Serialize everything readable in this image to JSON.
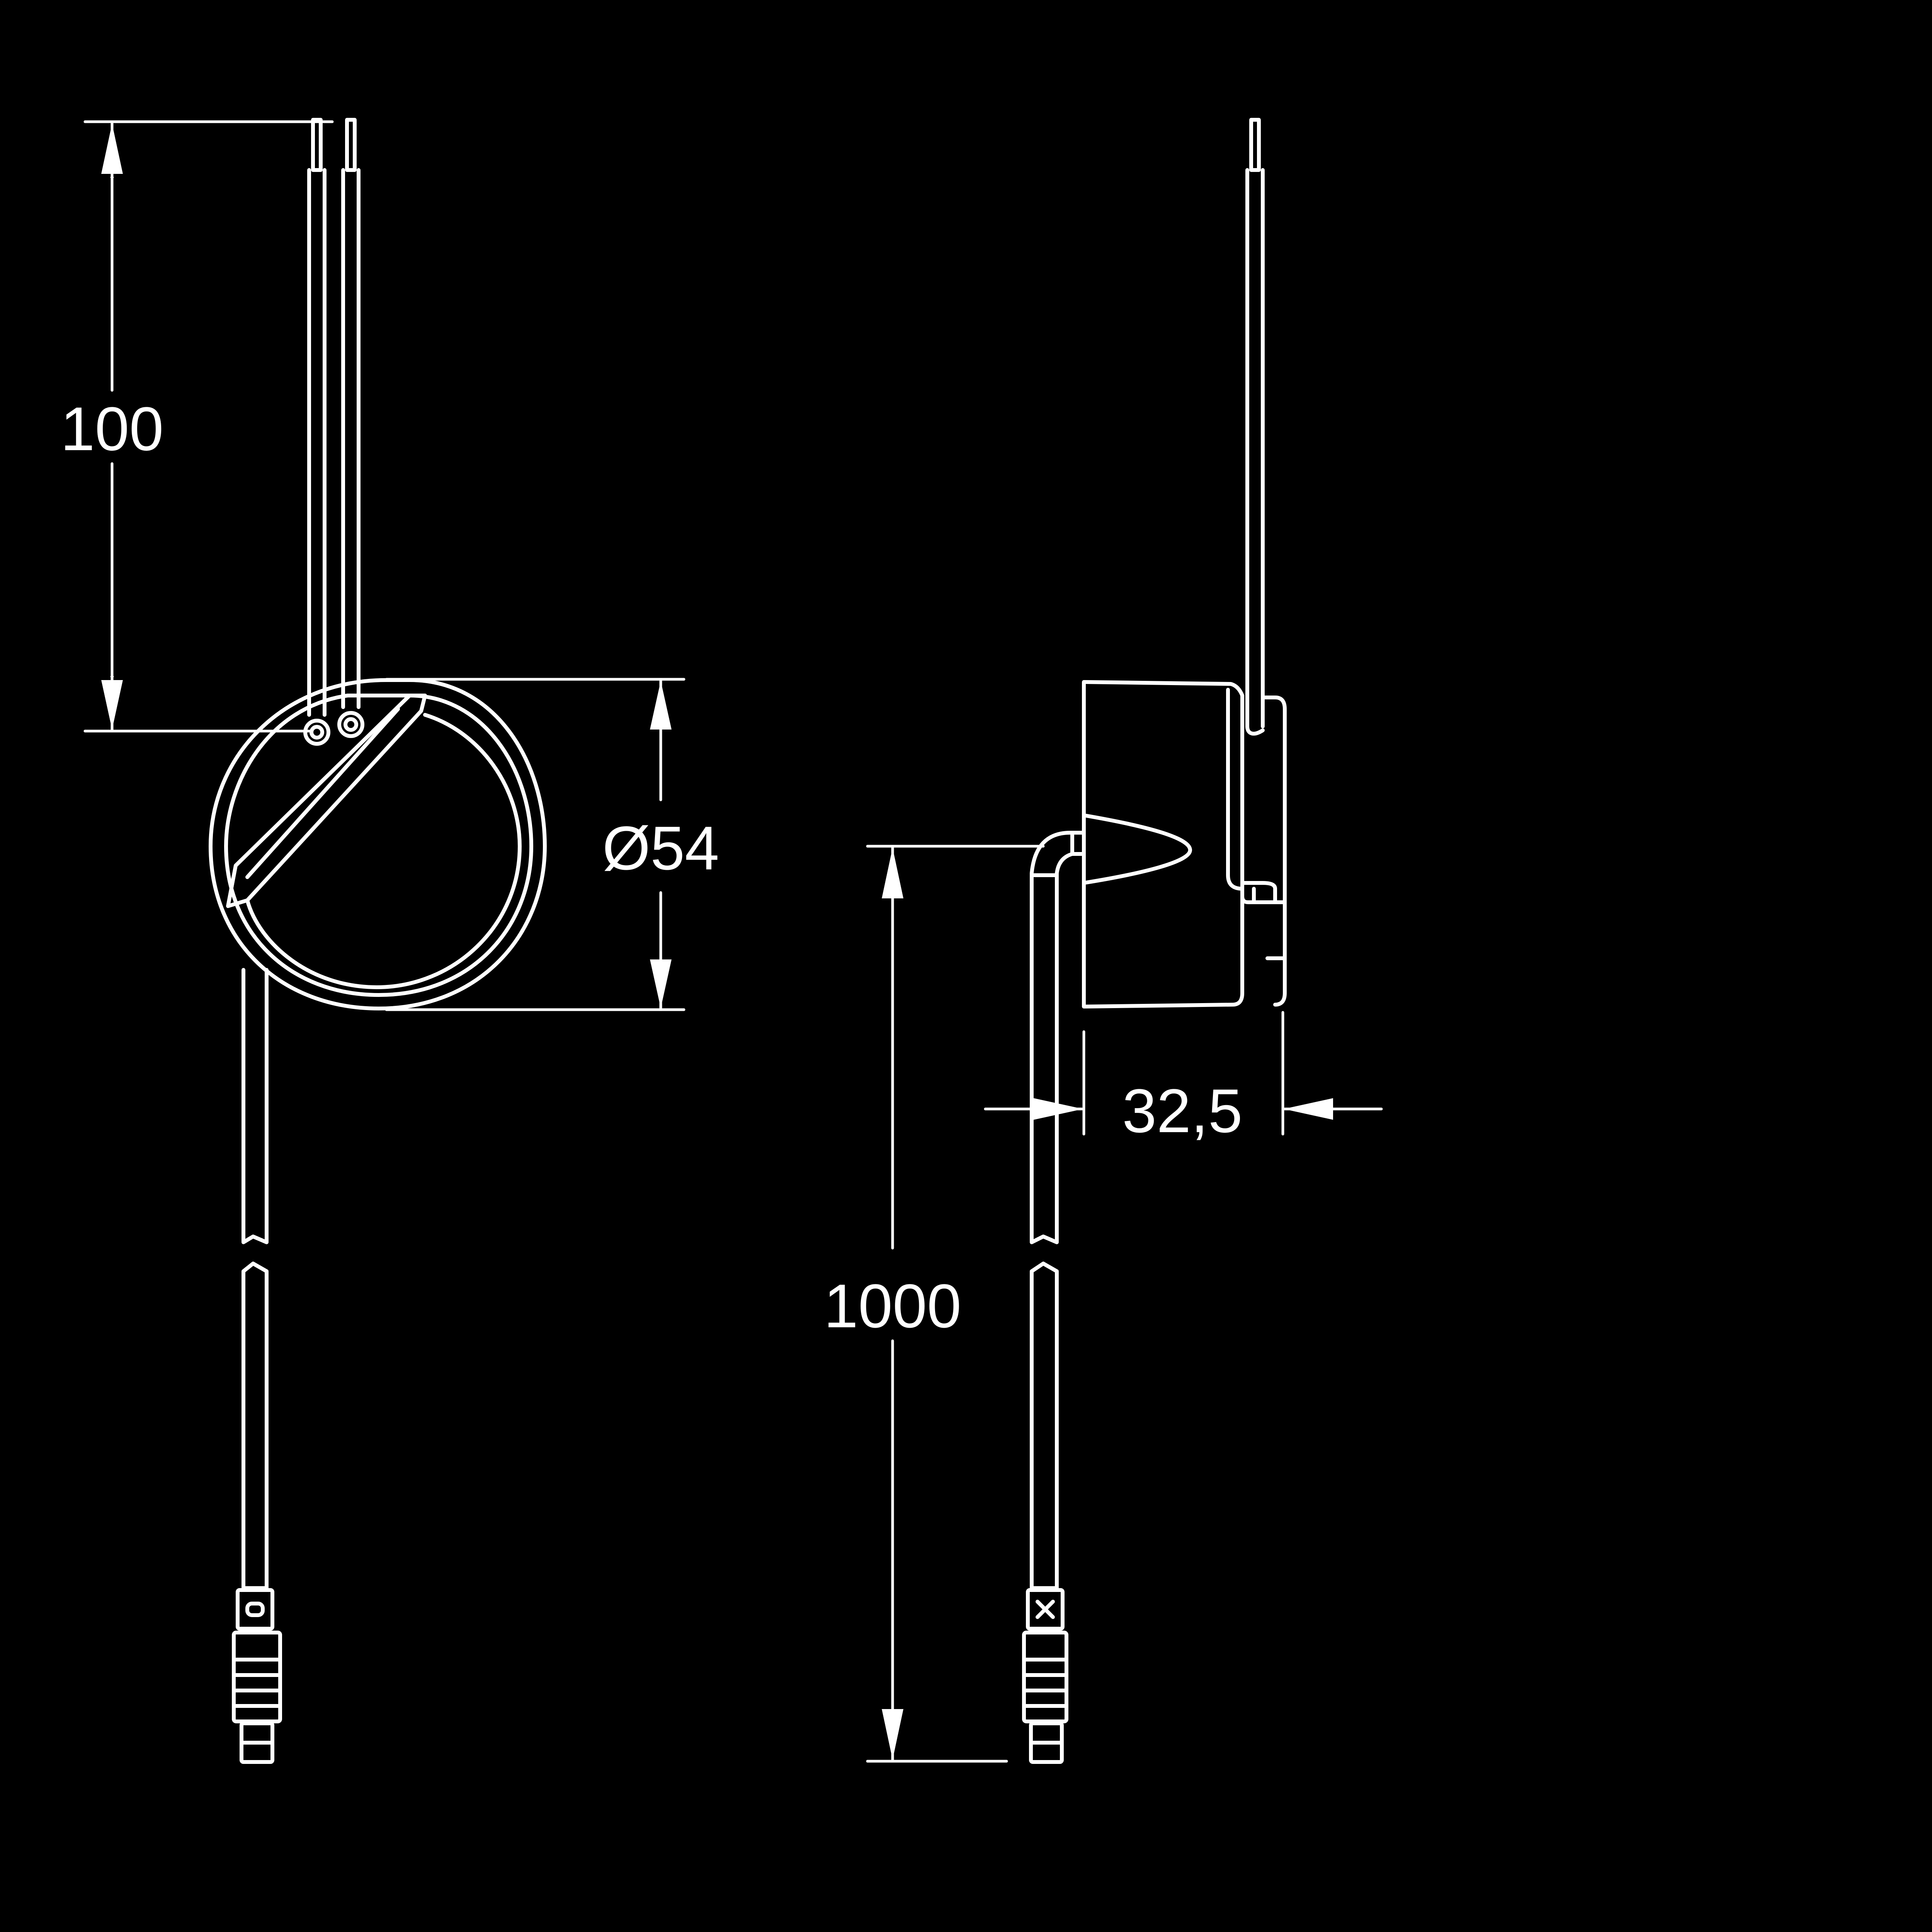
{
  "dimensions": {
    "cable_top_length": "100",
    "diameter": "Ø54",
    "depth": "32,5",
    "cable_length": "1000"
  },
  "colors": {
    "background": "#000000",
    "line": "#ffffff"
  }
}
